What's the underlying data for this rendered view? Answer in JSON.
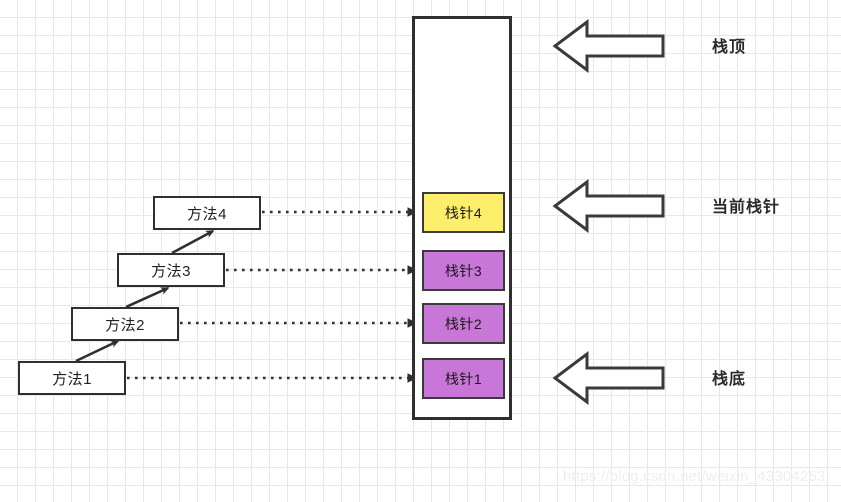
{
  "diagram": {
    "title": "JVM Stack Frames Diagram",
    "colors": {
      "frame_current": "#fced6b",
      "frame_normal": "#c876d8",
      "stroke": "#2f2f2f",
      "grid_minor": "#e8e8e8",
      "grid_major": "#dcdcdc",
      "watermark": "#eeeeee"
    },
    "methods": [
      {
        "label": "方法1",
        "name": "method-1"
      },
      {
        "label": "方法2",
        "name": "method-2"
      },
      {
        "label": "方法3",
        "name": "method-3"
      },
      {
        "label": "方法4",
        "name": "method-4"
      }
    ],
    "stack_frames": [
      {
        "label": "栈针4",
        "name": "stack-frame-4",
        "state": "current"
      },
      {
        "label": "栈针3",
        "name": "stack-frame-3",
        "state": "normal"
      },
      {
        "label": "栈针2",
        "name": "stack-frame-2",
        "state": "normal"
      },
      {
        "label": "栈针1",
        "name": "stack-frame-1",
        "state": "normal"
      }
    ],
    "annotations": [
      {
        "label": "栈顶",
        "name": "stack-top-label"
      },
      {
        "label": "当前栈针",
        "name": "current-frame-label"
      },
      {
        "label": "栈底",
        "name": "stack-bottom-label"
      }
    ],
    "watermark": "https://blog.csdn.net/weixin_43304253"
  }
}
